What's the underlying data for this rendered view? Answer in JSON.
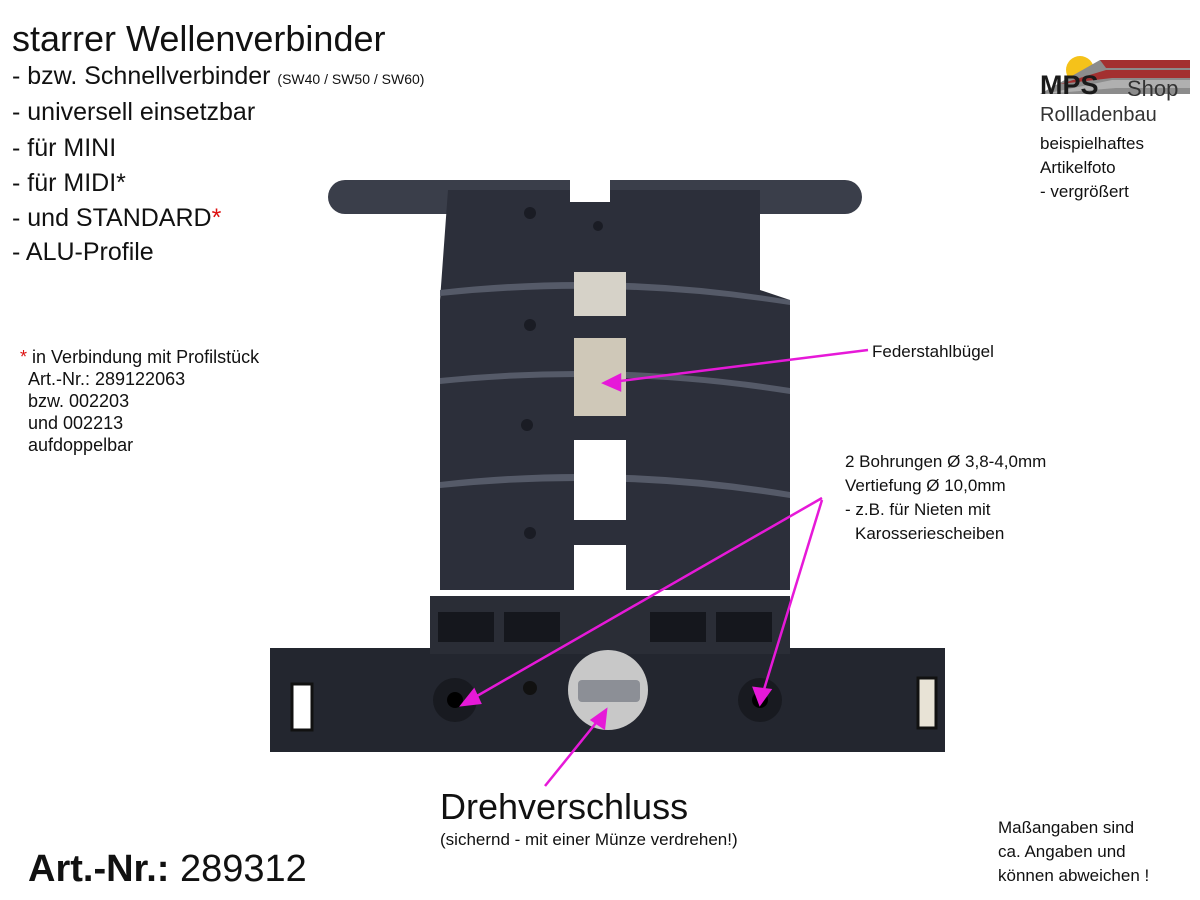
{
  "title": "starrer Wellenverbinder",
  "features": [
    {
      "text": "- bzw. Schnellverbinder",
      "small": "(SW40 / SW50 / SW60)"
    },
    {
      "text": "- universell einsetzbar"
    },
    {
      "text": "- für MINI"
    },
    {
      "text": "- für MIDI*"
    },
    {
      "text": "- und STANDARD",
      "star": "*"
    },
    {
      "text": "- ALU-Profile"
    }
  ],
  "footnote": {
    "star": "*",
    "lines": [
      "in Verbindung mit Profilstück",
      "Art.-Nr.: 289122063",
      "bzw. 002203",
      "und 002213",
      "aufdoppelbar"
    ]
  },
  "logo": {
    "name": "MPS",
    "shop": "Shop",
    "sub": "Rollladenbau"
  },
  "photo_note": [
    "beispielhaftes",
    "Artikelfoto",
    "- vergrößert"
  ],
  "callouts": {
    "feder": "Federstahlbügel",
    "bohr": [
      "2 Bohrungen Ø 3,8-4,0mm",
      "Vertiefung Ø 10,0mm",
      "- z.B. für Nieten mit",
      "Karosseriescheiben"
    ]
  },
  "dreh": {
    "title": "Drehverschluss",
    "sub": "(sichernd - mit einer Münze verdrehen!)"
  },
  "article": {
    "label": "Art.-Nr.:",
    "number": "289312"
  },
  "disclaimer": [
    "Maßangaben sind",
    "ca. Angaben und",
    "können abweichen !"
  ],
  "colors": {
    "arrow": "#e619d8",
    "part": "#2c2f3a",
    "star": "#dd1111"
  }
}
